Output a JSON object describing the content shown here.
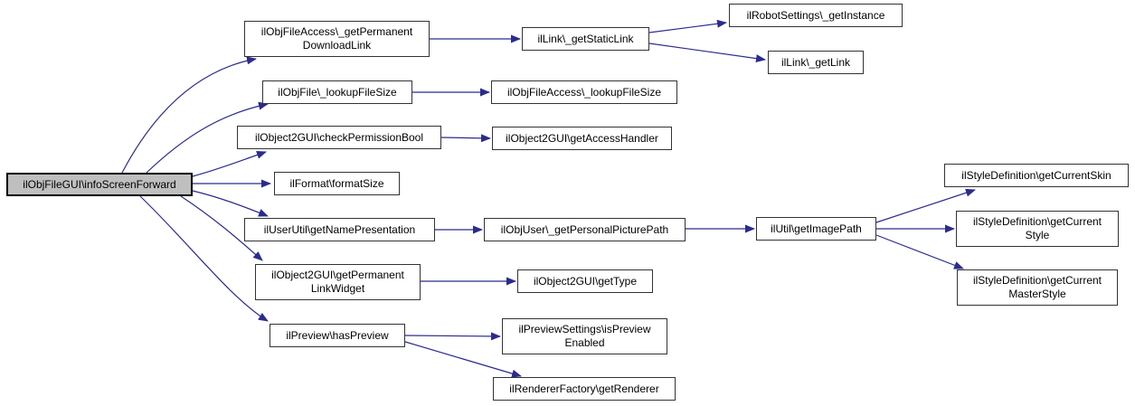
{
  "diagram": {
    "type": "call-graph",
    "root_function": "ilObjFileGUI\\infoScreenForward",
    "colors": {
      "background": "#ffffff",
      "edge": "#2b2b8e",
      "node_fill": "#ffffff",
      "node_border": "#333333",
      "root_fill": "#bfbfbf",
      "root_border": "#000000",
      "text": "#000000"
    },
    "nodes": [
      {
        "id": "infoScreenForward",
        "label": "ilObjFileGUI\\infoScreenForward",
        "root": true
      },
      {
        "id": "getPermanentDownloadLink",
        "label": "ilObjFileAccess\\_getPermanent\nDownloadLink"
      },
      {
        "id": "lookupFileSize",
        "label": "ilObjFile\\_lookupFileSize"
      },
      {
        "id": "checkPermissionBool",
        "label": "ilObject2GUI\\checkPermissionBool"
      },
      {
        "id": "formatSize",
        "label": "ilFormat\\formatSize"
      },
      {
        "id": "getNamePresentation",
        "label": "ilUserUtil\\getNamePresentation"
      },
      {
        "id": "getPermanentLinkWidget",
        "label": "ilObject2GUI\\getPermanent\nLinkWidget"
      },
      {
        "id": "hasPreview",
        "label": "ilPreview\\hasPreview"
      },
      {
        "id": "getStaticLink",
        "label": "ilLink\\_getStaticLink"
      },
      {
        "id": "accessLookupFileSize",
        "label": "ilObjFileAccess\\_lookupFileSize"
      },
      {
        "id": "getAccessHandler",
        "label": "ilObject2GUI\\getAccessHandler"
      },
      {
        "id": "getPersonalPicturePath",
        "label": "ilObjUser\\_getPersonalPicturePath"
      },
      {
        "id": "getType",
        "label": "ilObject2GUI\\getType"
      },
      {
        "id": "isPreviewEnabled",
        "label": "ilPreviewSettings\\isPreview\nEnabled"
      },
      {
        "id": "getRenderer",
        "label": "ilRendererFactory\\getRenderer"
      },
      {
        "id": "getInstance",
        "label": "ilRobotSettings\\_getInstance"
      },
      {
        "id": "getLink",
        "label": "ilLink\\_getLink"
      },
      {
        "id": "getImagePath",
        "label": "ilUtil\\getImagePath"
      },
      {
        "id": "getCurrentSkin",
        "label": "ilStyleDefinition\\getCurrentSkin"
      },
      {
        "id": "getCurrentStyle",
        "label": "ilStyleDefinition\\getCurrent\nStyle"
      },
      {
        "id": "getCurrentMasterStyle",
        "label": "ilStyleDefinition\\getCurrent\nMasterStyle"
      }
    ],
    "edges": [
      {
        "from": "infoScreenForward",
        "to": "getPermanentDownloadLink"
      },
      {
        "from": "infoScreenForward",
        "to": "lookupFileSize"
      },
      {
        "from": "infoScreenForward",
        "to": "checkPermissionBool"
      },
      {
        "from": "infoScreenForward",
        "to": "formatSize"
      },
      {
        "from": "infoScreenForward",
        "to": "getNamePresentation"
      },
      {
        "from": "infoScreenForward",
        "to": "getPermanentLinkWidget"
      },
      {
        "from": "infoScreenForward",
        "to": "hasPreview"
      },
      {
        "from": "getPermanentDownloadLink",
        "to": "getStaticLink"
      },
      {
        "from": "getStaticLink",
        "to": "getInstance"
      },
      {
        "from": "getStaticLink",
        "to": "getLink"
      },
      {
        "from": "lookupFileSize",
        "to": "accessLookupFileSize"
      },
      {
        "from": "checkPermissionBool",
        "to": "getAccessHandler"
      },
      {
        "from": "getNamePresentation",
        "to": "getPersonalPicturePath"
      },
      {
        "from": "getPersonalPicturePath",
        "to": "getImagePath"
      },
      {
        "from": "getImagePath",
        "to": "getCurrentSkin"
      },
      {
        "from": "getImagePath",
        "to": "getCurrentStyle"
      },
      {
        "from": "getImagePath",
        "to": "getCurrentMasterStyle"
      },
      {
        "from": "getPermanentLinkWidget",
        "to": "getType"
      },
      {
        "from": "hasPreview",
        "to": "isPreviewEnabled"
      },
      {
        "from": "hasPreview",
        "to": "getRenderer"
      }
    ]
  }
}
